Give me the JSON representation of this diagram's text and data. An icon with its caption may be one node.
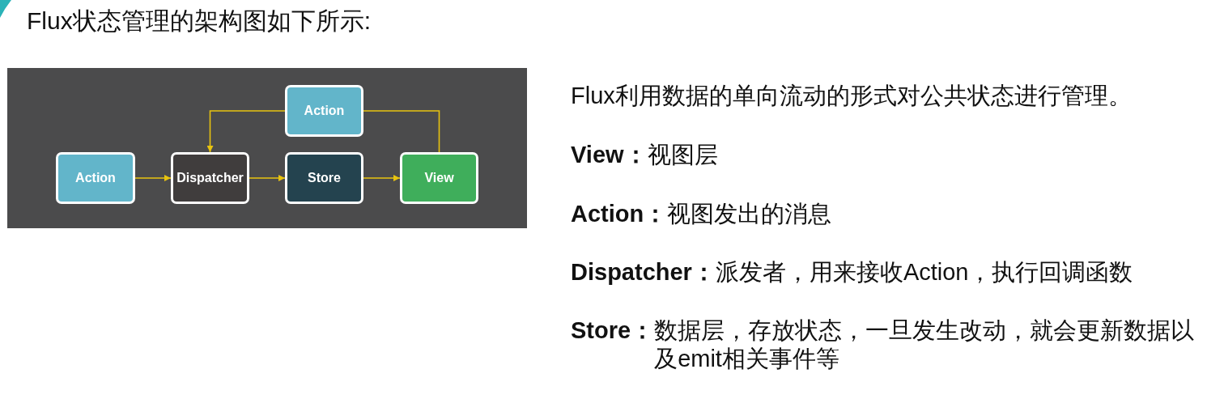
{
  "diagram": {
    "title": "Flux状态管理的架构图如下所示:",
    "nodes": [
      {
        "text": [
          "Action"
        ]
      },
      {
        "text": [
          "Action"
        ]
      },
      {
        "text": [
          "Dispatcher"
        ]
      },
      {
        "text": [
          "Store"
        ]
      },
      {
        "text": [
          "View"
        ]
      }
    ],
    "edges": [
      {
        "from": 1,
        "to": 2,
        "arrow": "to"
      },
      {
        "from": 2,
        "to": 3,
        "arrow": "to"
      },
      {
        "from": 3,
        "to": 4,
        "arrow": "to"
      },
      {
        "from": 4,
        "to": 0,
        "arrow": "none"
      },
      {
        "from": 0,
        "to": 2,
        "arrow": "to"
      }
    ],
    "labels": [
      "Flux利用数据的单向流动的形式对公共状态进行管理。",
      "**View：**视图层",
      "**Action：**视图发出的消息",
      "**Dispatcher：**派发者，用来接收Action，执行回调函数",
      "**Store：**数据层，存放状态，一旦发生改动，就会更新数据以及emit相关事件等"
    ]
  }
}
